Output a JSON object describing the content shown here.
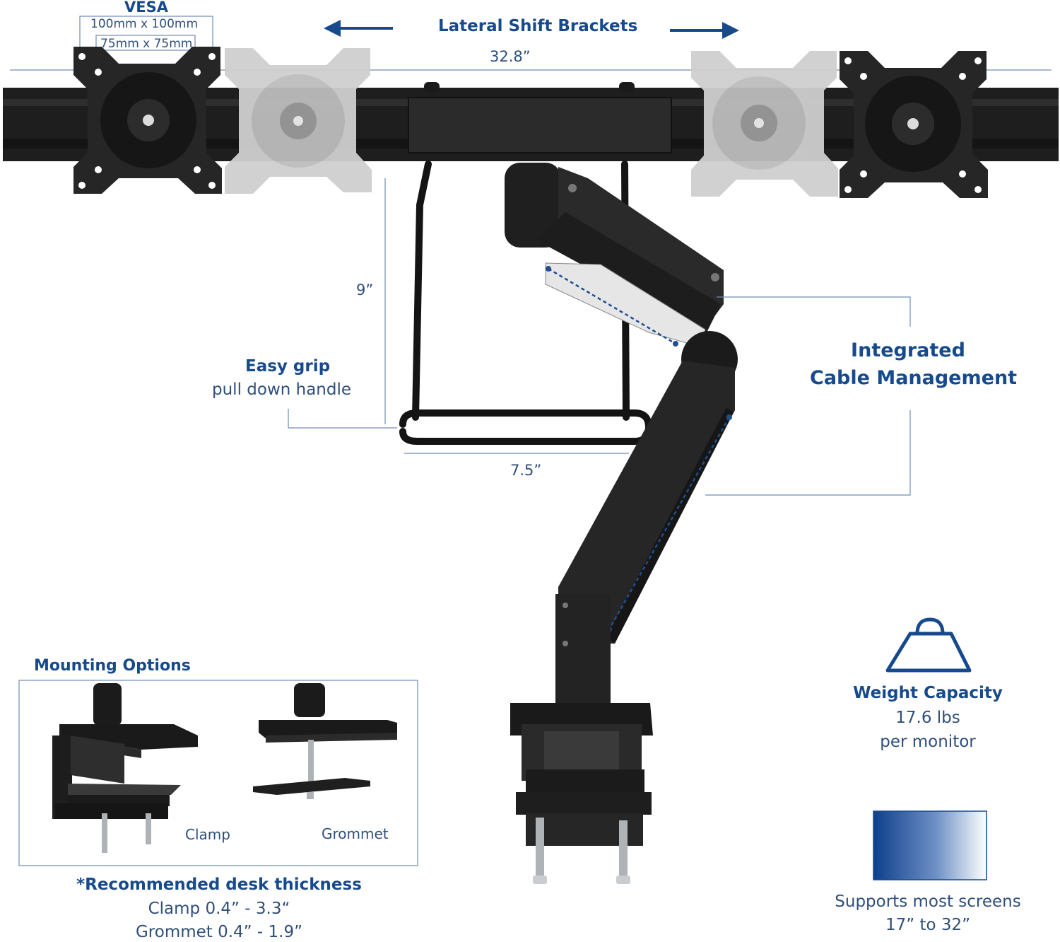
{
  "vesa": {
    "title": "VESA",
    "size_large": "100mm x 100mm",
    "size_small": "75mm x 75mm"
  },
  "lateral": {
    "title": "Lateral Shift Brackets",
    "width": "32.8”"
  },
  "handle": {
    "height": "9”",
    "width": "7.5”",
    "title": "Easy grip",
    "subtitle": "pull down handle"
  },
  "cable": {
    "line1": "Integrated",
    "line2": "Cable Management"
  },
  "weight": {
    "title": "Weight Capacity",
    "value": "17.6 lbs",
    "unit": "per monitor"
  },
  "screens": {
    "line1": "Supports most screens",
    "line2": "17” to 32”"
  },
  "mounting": {
    "title": "Mounting Options",
    "clamp_label": "Clamp",
    "grommet_label": "Grommet"
  },
  "desk": {
    "title": "*Recommended desk thickness",
    "clamp": "Clamp 0.4” - 3.3“",
    "grommet": "Grommet 0.4” - 1.9”"
  },
  "colors": {
    "accent": "#1f4f8f",
    "metal": "#1c1c1c",
    "ghost": "#cfcfcf"
  }
}
